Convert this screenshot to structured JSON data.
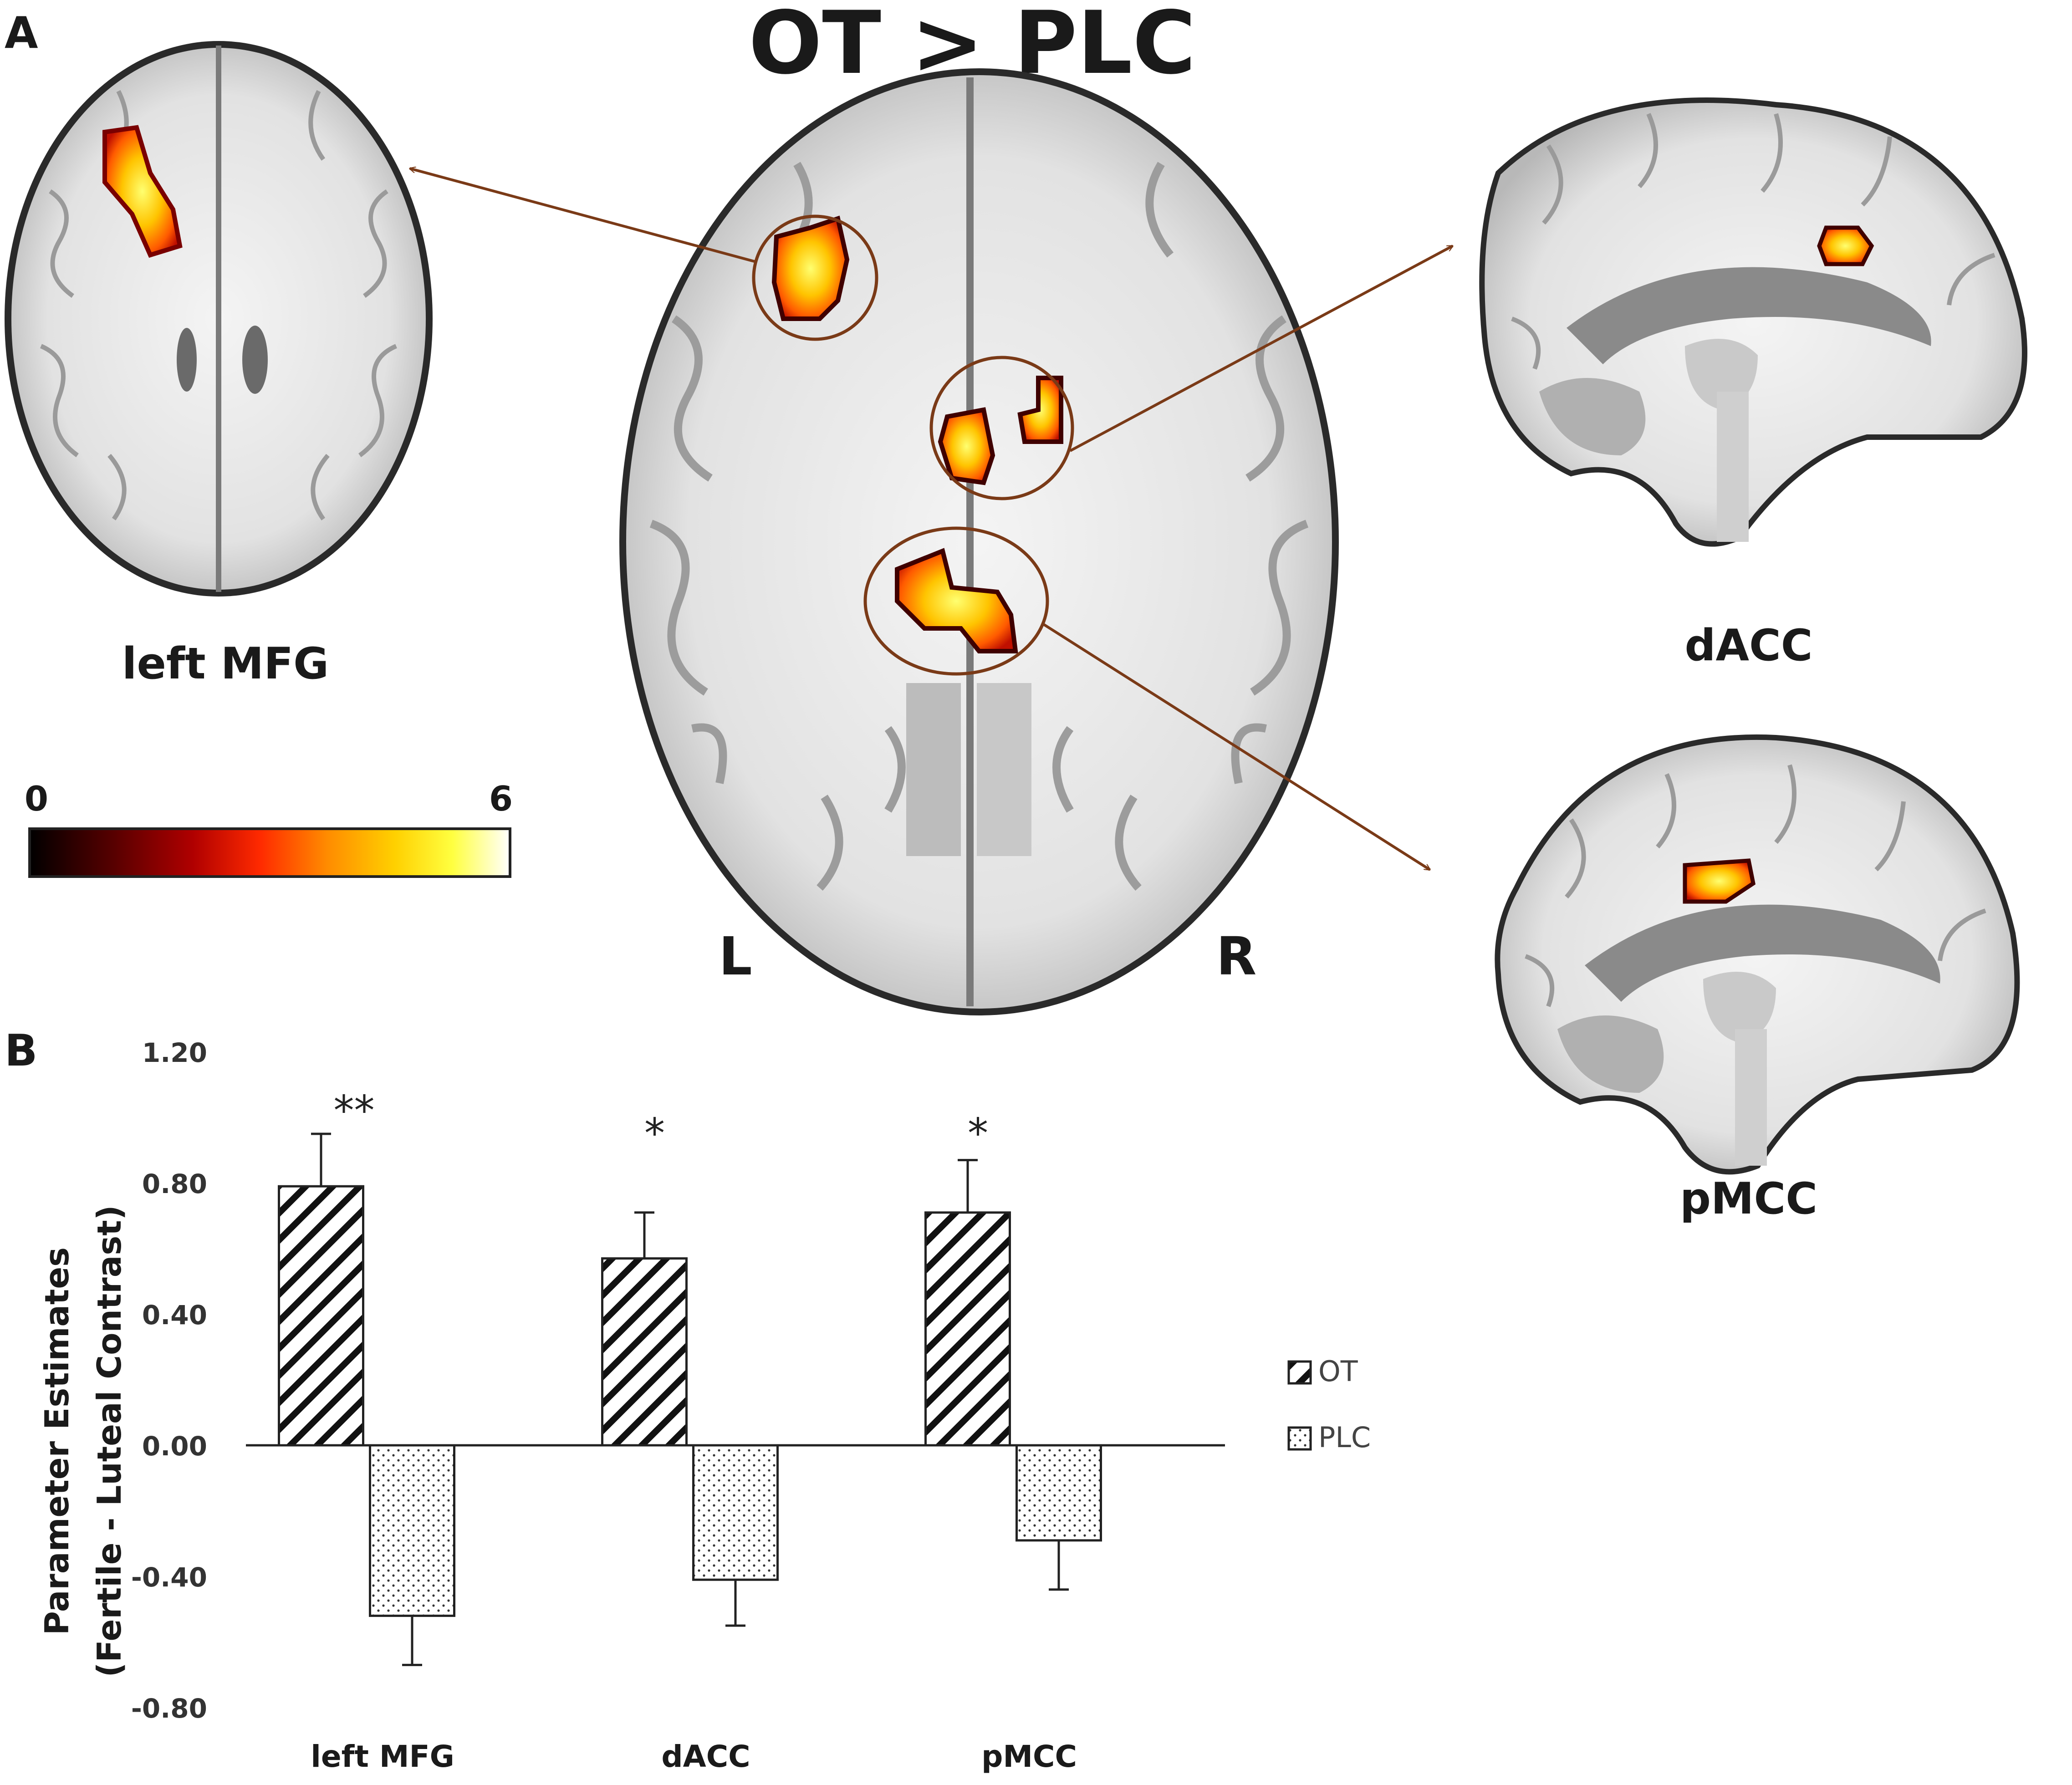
{
  "figure": {
    "panel_a_label": "A",
    "panel_b_label": "B",
    "title": "OT > PLC",
    "left_region_label": "left MFG",
    "right_top_label": "dACC",
    "right_bottom_label": "pMCC",
    "hemisphere_left": "L",
    "hemisphere_right": "R",
    "colorbar": {
      "min_label": "0",
      "max_label": "6",
      "colors": [
        "#000000",
        "#5a0000",
        "#b00000",
        "#ff2a00",
        "#ff8c00",
        "#ffd000",
        "#ffff40",
        "#ffffff"
      ]
    },
    "accent_color": "#7a3a17"
  },
  "chart_data": {
    "type": "bar",
    "categories": [
      "left MFG",
      "dACC",
      "pMCC"
    ],
    "series": [
      {
        "name": "OT",
        "values": [
          0.79,
          0.57,
          0.71
        ],
        "errors": [
          0.16,
          0.14,
          0.16
        ],
        "pattern": "diagonal-hatch"
      },
      {
        "name": "PLC",
        "values": [
          -0.52,
          -0.41,
          -0.29
        ],
        "errors": [
          0.15,
          0.14,
          0.15
        ],
        "pattern": "dots"
      }
    ],
    "significance": [
      "**",
      "*",
      "*"
    ],
    "ylabel_line1": "Parameter Estimates",
    "ylabel_line2": "(Fertile - Luteal Contrast)",
    "ylim": [
      -0.8,
      1.2
    ],
    "yticks": [
      "1.20",
      "0.80",
      "0.40",
      "0.00",
      "-0.40",
      "-0.80"
    ],
    "ytick_values": [
      1.2,
      0.8,
      0.4,
      0.0,
      -0.4,
      -0.8
    ],
    "legend_position": "right"
  }
}
